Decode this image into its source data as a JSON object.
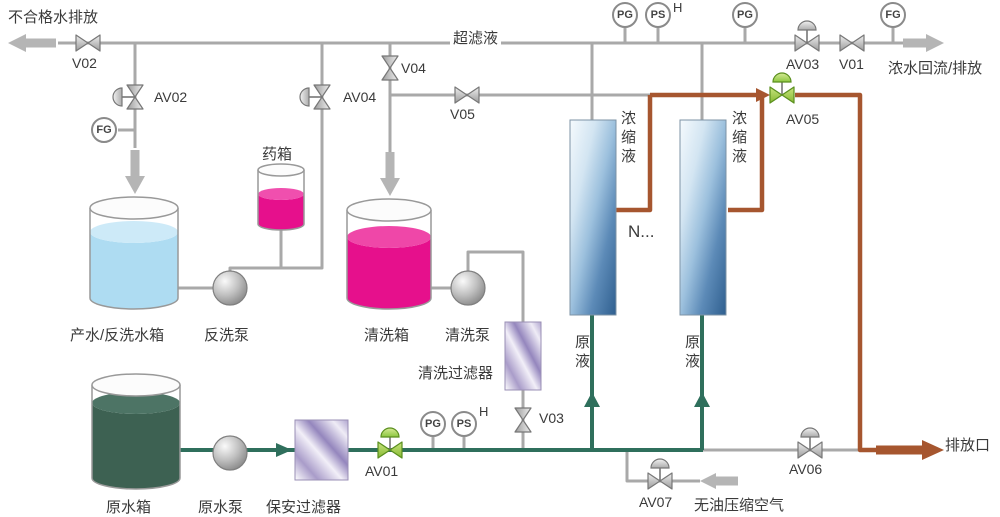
{
  "labels": {
    "unqualified_discharge": "不合格水排放",
    "ultrafiltrate": "超滤液",
    "chemical_tank": "药箱",
    "product_backwash_tank": "产水/反洗水箱",
    "backwash_pump": "反洗泵",
    "cleaning_tank": "清洗箱",
    "cleaning_pump": "清洗泵",
    "cleaning_filter": "清洗过滤器",
    "raw_water_tank": "原水箱",
    "raw_water_pump": "原水泵",
    "security_filter": "保安过滤器",
    "membrane_more": "N...",
    "concentrate_a": "浓缩液",
    "concentrate_b": "浓缩液",
    "feed_a": "原液",
    "feed_b": "原液",
    "concentrate_return": "浓水回流/排放",
    "oil_free_air": "无油压缩空气",
    "discharge_outlet": "排放口"
  },
  "valves": {
    "v01": "V01",
    "v02": "V02",
    "v03": "V03",
    "v04": "V04",
    "v05": "V05",
    "av01": "AV01",
    "av02": "AV02",
    "av03": "AV03",
    "av04": "AV04",
    "av05": "AV05",
    "av06": "AV06",
    "av07": "AV07"
  },
  "gauges": {
    "fg_left": "FG",
    "fg_right": "FG",
    "pg_top_a": "PG",
    "ps_top": "PS",
    "ps_top_h": "H",
    "pg_top_b": "PG",
    "pg_feed": "PG",
    "ps_feed": "PS",
    "ps_feed_h": "H"
  },
  "colors": {
    "pipe_gray": "#a9a9a9",
    "pipe_green": "#2f6f5c",
    "pipe_brown": "#a6562f",
    "liquid_light_blue": "#aedcf2",
    "liquid_magenta": "#e6108c",
    "liquid_dark_green": "#3d6152",
    "valve_green": "#8cc63f",
    "membrane_blue": "#2f5f8f"
  }
}
